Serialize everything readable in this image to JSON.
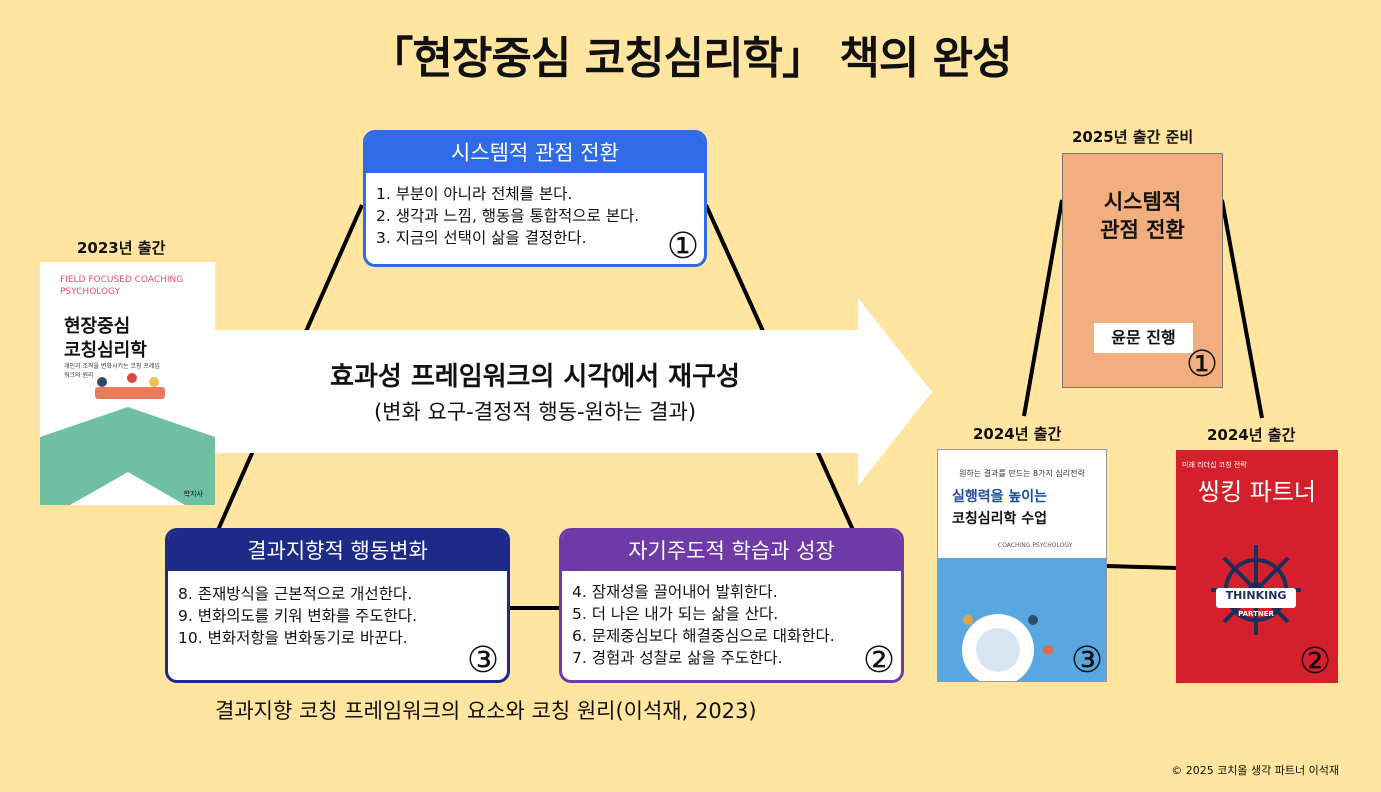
{
  "title": "「현장중심 코칭심리학」 책의 완성",
  "boxes": {
    "systems": {
      "header": "시스템적 관점 전환",
      "items": [
        "1. 부분이 아니라 전체를 본다.",
        "2. 생각과 느낌, 행동을 통합적으로 본다.",
        "3. 지금의 선택이 삶을 결정한다."
      ],
      "number": "①",
      "color": "#2F6BE6"
    },
    "results": {
      "header": "결과지향적 행동변화",
      "items": [
        "8. 존재방식을 근본적으로 개선한다.",
        "9. 변화의도를 키워 변화를 주도한다.",
        "10. 변화저항을 변화동기로 바꾼다."
      ],
      "number": "③",
      "color": "#1E2A88"
    },
    "selfdirected": {
      "header": "자기주도적 학습과 성장",
      "items": [
        "4. 잠재성을 끌어내어 발휘한다.",
        "5. 더 나은 내가 되는 삶을 산다.",
        "6. 문제중심보다 해결중심으로 대화한다.",
        "7. 경험과 성찰로 삶을 주도한다."
      ],
      "number": "②",
      "color": "#6E3BA6"
    }
  },
  "arrow": {
    "main": "효과성 프레임워크의 시각에서 재구성",
    "sub": "(변화 요구-결정적 행동-원하는 결과)"
  },
  "caption": "결과지향 코칭 프레임워크의 요소와 코칭 원리(이석재, 2023)",
  "copyright": "© 2025 코치올 생각 파트너 이석재",
  "books": {
    "b2023": {
      "label": "2023년 출간",
      "top_en": "FIELD FOCUSED COACHING PSYCHOLOGY",
      "title1": "현장중심",
      "title2": "코칭심리학",
      "subtitle": "개인과 조직을 변화시키는 코칭 프레임워크와 원리",
      "publisher": "학지사"
    },
    "b2025": {
      "label": "2025년 출간 준비",
      "title1": "시스템적",
      "title2": "관점 전환",
      "status": "윤문 진행",
      "number": "①"
    },
    "b2024a": {
      "label": "2024년 출간",
      "kicker": "원하는 결과를 만드는 8가지 심리전략",
      "title1": "실행력을 높이는",
      "title2": "코칭심리학 수업",
      "en": "COACHING PSYCHOLOGY",
      "number": "③"
    },
    "b2024b": {
      "label": "2024년 출간",
      "kicker": "미래 리더십 코칭 전략",
      "title": "씽킹 파트너",
      "badge": "THINKING",
      "badge2": "PARTNER",
      "number": "②"
    }
  }
}
